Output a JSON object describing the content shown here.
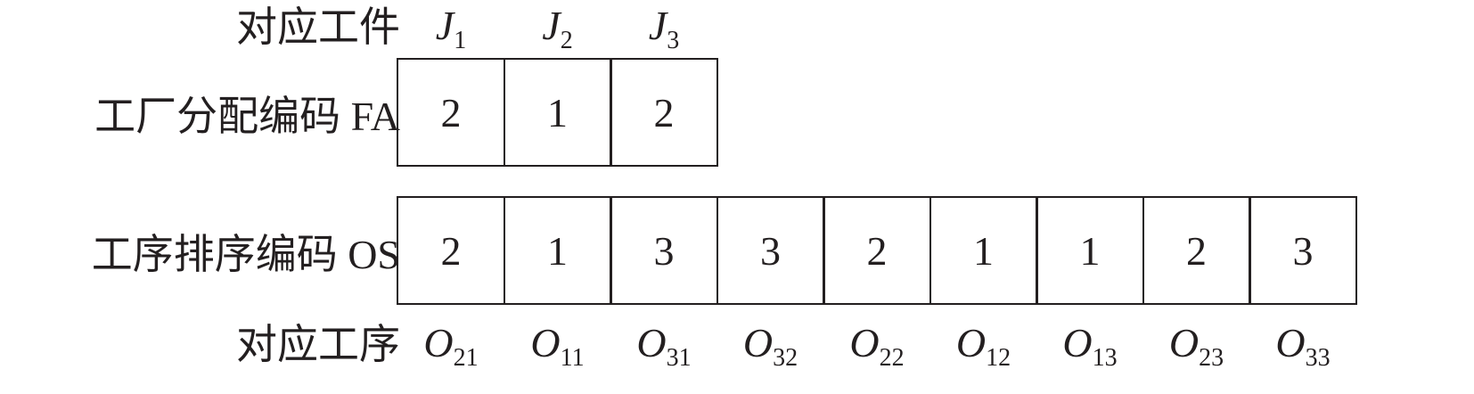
{
  "labels": {
    "jobs_row": "对应工件",
    "fa_row": "工厂分配编码 FA",
    "os_row": "工序排序编码 OS",
    "ops_row": "对应工序"
  },
  "jobs": [
    {
      "main": "J",
      "sub": "1"
    },
    {
      "main": "J",
      "sub": "2"
    },
    {
      "main": "J",
      "sub": "3"
    }
  ],
  "fa_values": [
    "2",
    "1",
    "2"
  ],
  "os_values": [
    "2",
    "1",
    "3",
    "3",
    "2",
    "1",
    "1",
    "2",
    "3"
  ],
  "operations": [
    {
      "main": "O",
      "sub": "21"
    },
    {
      "main": "O",
      "sub": "11"
    },
    {
      "main": "O",
      "sub": "31"
    },
    {
      "main": "O",
      "sub": "32"
    },
    {
      "main": "O",
      "sub": "22"
    },
    {
      "main": "O",
      "sub": "12"
    },
    {
      "main": "O",
      "sub": "13"
    },
    {
      "main": "O",
      "sub": "23"
    },
    {
      "main": "O",
      "sub": "33"
    }
  ]
}
